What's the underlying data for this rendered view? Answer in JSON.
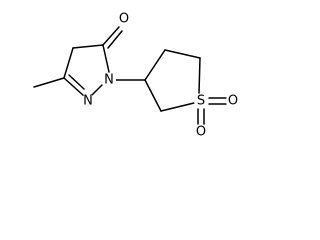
{
  "molecule": {
    "atoms": {
      "carbonyl_oxygen": "O",
      "ring_nitrogen_1": "N",
      "ring_nitrogen_2": "N",
      "sulfur": "S",
      "sulfonyl_oxygen_bottom": "O",
      "sulfonyl_oxygen_right": "O"
    },
    "colors": {
      "bond": "#000000",
      "text": "#000000",
      "background": "#ffffff"
    }
  }
}
